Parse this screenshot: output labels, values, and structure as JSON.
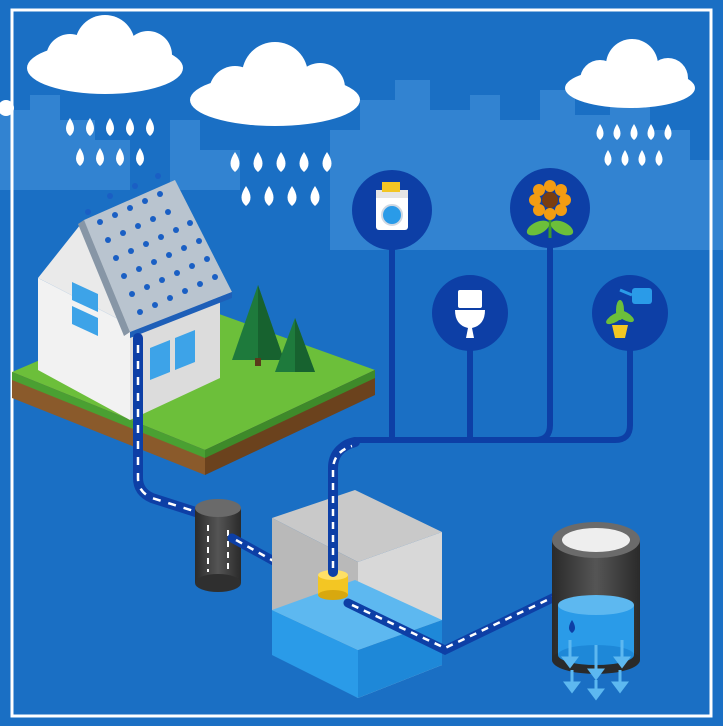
{
  "diagram": {
    "colors": {
      "background": "#1a6fc4",
      "skyline": "#3b8ad6",
      "pipe": "#0d3fa6",
      "water": "#2a9be8",
      "grass": "#6cbf3a",
      "soil": "#8a5a2b",
      "cloud": "#ffffff"
    },
    "clouds": [
      {
        "name": "cloud-left",
        "icon": "cloud-rain-icon"
      },
      {
        "name": "cloud-middle",
        "icon": "cloud-rain-icon"
      },
      {
        "name": "cloud-right",
        "icon": "cloud-rain-icon"
      }
    ],
    "components": [
      {
        "name": "house",
        "icon": "house-icon"
      },
      {
        "name": "downpipe",
        "icon": "downpipe-icon"
      },
      {
        "name": "first-flush-filter",
        "icon": "filter-icon"
      },
      {
        "name": "storage-tank",
        "icon": "tank-icon"
      },
      {
        "name": "submersible-pump",
        "icon": "pump-icon"
      },
      {
        "name": "soakaway",
        "icon": "soakaway-icon"
      }
    ],
    "uses": [
      {
        "name": "washing-machine",
        "icon": "washing-machine-icon"
      },
      {
        "name": "toilet",
        "icon": "toilet-icon"
      },
      {
        "name": "garden",
        "icon": "sunflower-icon"
      },
      {
        "name": "plant-watering",
        "icon": "watering-can-icon"
      }
    ]
  }
}
